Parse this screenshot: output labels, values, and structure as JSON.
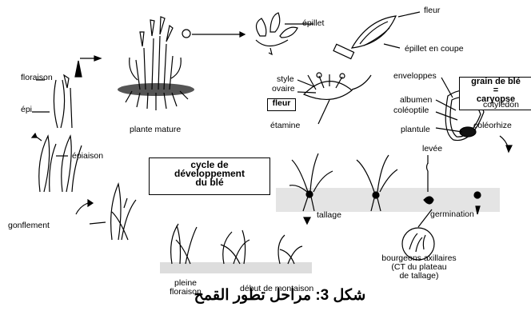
{
  "labels": {
    "epillet": "épillet",
    "fleur": "fleur",
    "epillet_coupe": "épillet en coupe",
    "floraison": "floraison",
    "plante_mature": "plante mature",
    "epi": "épi",
    "style": "style",
    "ovaire": "ovaire",
    "fleur_box": "fleur",
    "etamine": "étamine",
    "enveloppes": "enveloppes",
    "albumen": "albumen",
    "coleoptile": "coléoptile",
    "plantule": "plantule",
    "cotyledon": "cotylédon",
    "coleorhize": "coléorhize",
    "grain_title": "grain de blé",
    "grain_eq": "=",
    "grain_sub": "caryopse",
    "epiaison": "épiaison",
    "cycle_line1": "cycle de",
    "cycle_line2": "développement",
    "cycle_line3": "du blé",
    "levee": "levée",
    "tallage": "tallage",
    "germination": "germination",
    "gonflement": "gonflement",
    "bourgeons_1": "bourgeons axillaires",
    "bourgeons_2": "(CT du plateau",
    "bourgeons_3": "de tallage)",
    "pleine_1": "pleine",
    "pleine_2": "floraison",
    "debut": "début de montaison"
  },
  "caption": "شكل 3: مراحل تطور القمح"
}
